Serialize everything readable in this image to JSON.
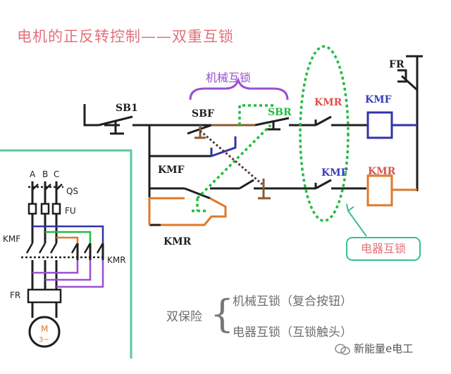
{
  "title": "电机的正反转控制——双重互锁",
  "labels": {
    "mech_interlock": "机械互锁",
    "fr_top": "FR",
    "sb1": "SB1",
    "sbf": "SBF",
    "sbr": "SBR",
    "kmr_top": "KMR",
    "kmf_top": "KMF",
    "kmf_aux": "KMF",
    "kmf_mid": "KMF",
    "kmr_coil": "KMR",
    "kmr_aux": "KMR",
    "elec_interlock": "电器互锁",
    "phase_a": "A",
    "phase_b": "B",
    "phase_c": "C",
    "qs": "QS",
    "fu": "FU",
    "kmf_main": "KMF",
    "kmr_main": "KMR",
    "fr_main": "FR",
    "motor": "M",
    "motor_sub": "3~"
  },
  "notes": {
    "double_protection": "双保险",
    "brace": "{",
    "line1": "机械互锁（复合按钮）",
    "line2": "电器互锁（互锁触头）"
  },
  "watermark": "新能量e电工",
  "colors": {
    "title": "#e2707a",
    "wire_dark": "#1f1f1f",
    "wire_blue": "#3333aa",
    "wire_orange": "#e07828",
    "wire_purple": "#9a4fd0",
    "interlock_green": "#22bb44",
    "border_green": "#55cc99",
    "label_red": "#d9534f",
    "label_blue": "#3a40c0"
  }
}
